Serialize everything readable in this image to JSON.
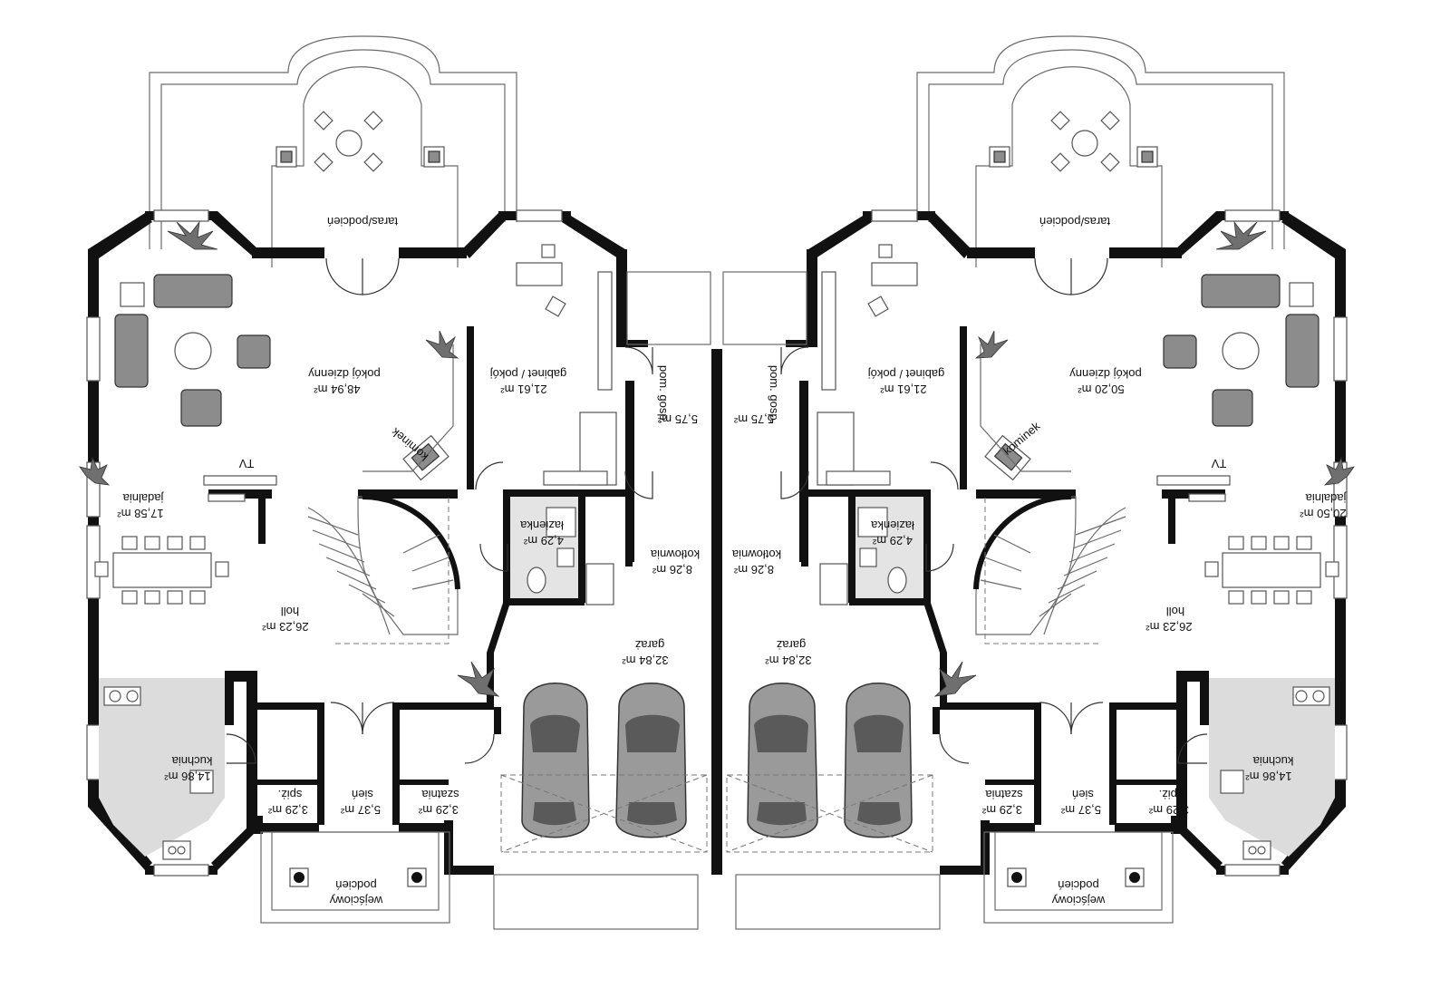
{
  "plan": {
    "left_unit": {
      "terrace": "taras/podcień",
      "living": {
        "name": "pokój dzienny",
        "area": "48,94 m²"
      },
      "study": {
        "name": "gabinet / pokój",
        "area": "21,61 m²"
      },
      "utility": {
        "name": "pom. gosp.",
        "area": "5,75 m²"
      },
      "fireplace": "kominek",
      "tv": "TV",
      "dining": {
        "name": "jadalnia",
        "area": "17,58 m²"
      },
      "bathroom": {
        "name": "łazienka",
        "area": "4,29 m²"
      },
      "boiler": {
        "name": "kotłownia",
        "area": "8,26 m²"
      },
      "hall": {
        "name": "holl",
        "area": "26,23 m²"
      },
      "garage": {
        "name": "garaż",
        "area": "32,84 m²"
      },
      "kitchen": {
        "name": "kuchnia",
        "area": "14,86 m²"
      },
      "pantry": {
        "name": "spiż.",
        "area": "3,29 m²"
      },
      "vestibule": {
        "name": "sień",
        "area": "5,37 m²"
      },
      "wardrobe": {
        "name": "szatnia",
        "area": "3,29 m²"
      },
      "porch": {
        "line1": "podcień",
        "line2": "wejściowy"
      }
    },
    "right_unit": {
      "terrace": "taras/podcień",
      "living": {
        "name": "pokój dzienny",
        "area": "50,20 m²"
      },
      "study": {
        "name": "gabinet / pokój",
        "area": "21,61 m²"
      },
      "utility": {
        "name": "pom. gosp.",
        "area": "5,75 m²"
      },
      "fireplace": "kominek",
      "tv": "TV",
      "dining": {
        "name": "jadalnia",
        "area": "20,50 m²"
      },
      "bathroom": {
        "name": "łazienka",
        "area": "4,29 m²"
      },
      "boiler": {
        "name": "kotłownia",
        "area": "8,26 m²"
      },
      "hall": {
        "name": "holl",
        "area": "26,23 m²"
      },
      "garage": {
        "name": "garaż",
        "area": "32,84 m²"
      },
      "kitchen": {
        "name": "kuchnia",
        "area": "14,86 m²"
      },
      "pantry": {
        "name": "spiż.",
        "area": "3,29 m²"
      },
      "vestibule": {
        "name": "sień",
        "area": "5,37 m²"
      },
      "wardrobe": {
        "name": "szatnia",
        "area": "3,29 m²"
      },
      "porch": {
        "line1": "podcień",
        "line2": "wejściowy"
      }
    }
  }
}
